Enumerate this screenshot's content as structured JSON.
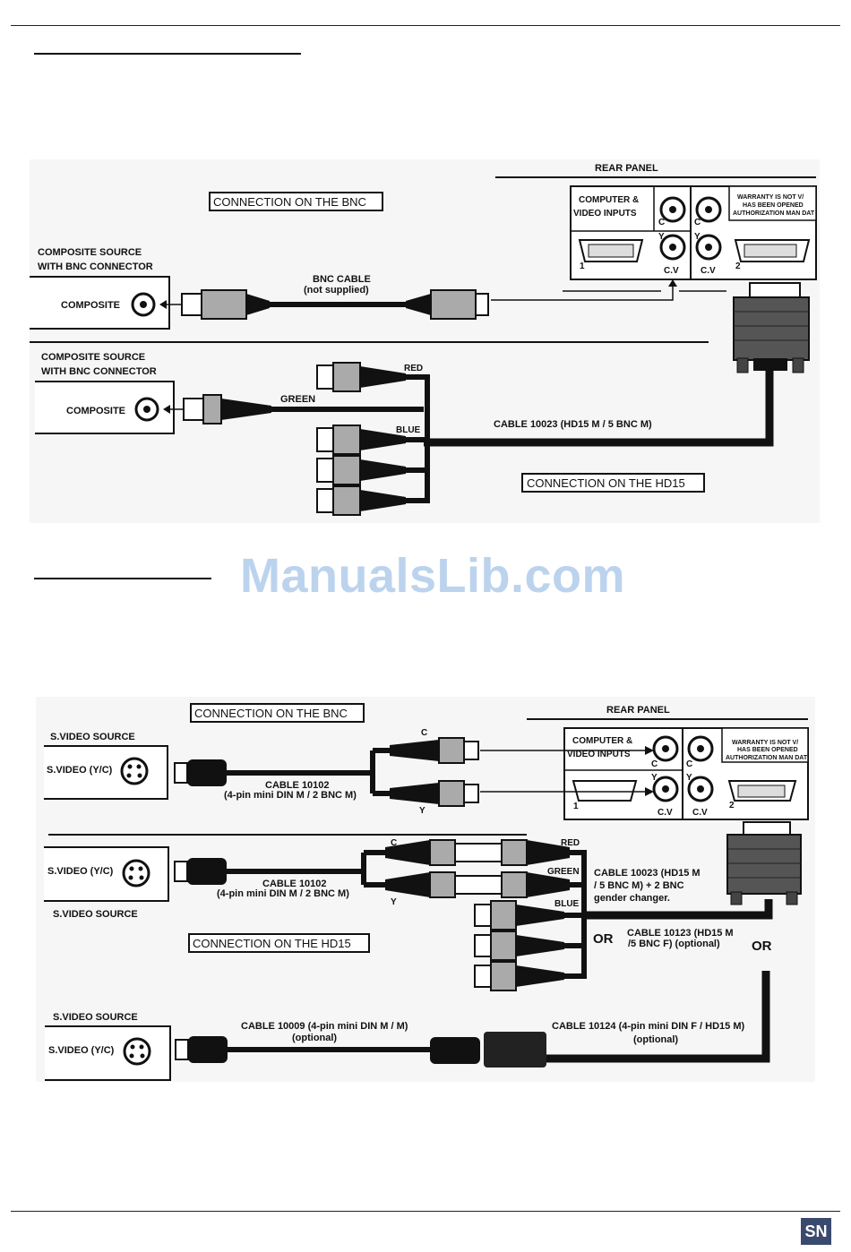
{
  "page": {
    "watermark": "ManualsLib.com",
    "logo_text": "SN"
  },
  "diagram1": {
    "rear_panel_label": "REAR PANEL",
    "bnc_box_label": "CONNECTION ON THE BNC",
    "hd15_box_label": "CONNECTION ON THE HD15",
    "source1_title_line1": "COMPOSITE SOURCE",
    "source1_title_line2": "WITH BNC CONNECTOR",
    "source1_port": "COMPOSITE",
    "source2_title_line1": "COMPOSITE SOURCE",
    "source2_title_line2": "WITH BNC CONNECTOR",
    "source2_port": "COMPOSITE",
    "bnc_cable_line1": "BNC CABLE",
    "bnc_cable_line2": "(not supplied)",
    "panel_inputs_line1": "COMPUTER &",
    "panel_inputs_line2": "VIDEO INPUTS",
    "warranty_line1": "WARRANTY IS NOT V/",
    "warranty_line2": "HAS BEEN OPENED",
    "warranty_line3": "AUTHORIZATION MAN DAT",
    "label_c": "C",
    "label_y": "Y",
    "label_cv": "C.V",
    "label_1": "1",
    "label_2": "2",
    "wire_red": "RED",
    "wire_green": "GREEN",
    "wire_blue": "BLUE",
    "cable_hd15": "CABLE 10023  (HD15 M  /  5 BNC M)"
  },
  "diagram2": {
    "rear_panel_label": "REAR PANEL",
    "bnc_box_label": "CONNECTION ON THE BNC",
    "hd15_box_label": "CONNECTION ON THE HD15",
    "source_title": "S.VIDEO SOURCE",
    "source_port": "S.VIDEO (Y/C)",
    "panel_inputs_line1": "COMPUTER &",
    "panel_inputs_line2": "VIDEO INPUTS",
    "warranty_line1": "WARRANTY IS NOT V/",
    "warranty_line2": "HAS BEEN OPENED",
    "warranty_line3": "AUTHORIZATION MAN DAT",
    "cable_10102_line1": "CABLE 10102",
    "cable_10102_line2": "(4-pin mini DIN M / 2 BNC  M)",
    "cable_10102b_line2": "(4-pin mini DIN M / 2 BNC M)",
    "label_c": "C",
    "label_y": "Y",
    "label_cv": "C.V",
    "label_1": "1",
    "label_2": "2",
    "wire_red": "RED",
    "wire_green": "GREEN",
    "wire_blue": "BLUE",
    "cable_10023_line1": "CABLE 10023  (HD15 M",
    "cable_10023_line2": "/ 5 BNC M)  + 2 BNC",
    "cable_10023_line3": "gender changer.",
    "or": "OR",
    "cable_10123_line1": "CABLE 10123 (HD15 M",
    "cable_10123_line2": "/5 BNC F)   (optional)",
    "cable_10009_line1": "CABLE 10009 (4-pin mini DIN M / M)",
    "cable_10009_line2": "(optional)",
    "cable_10124_line1": "CABLE 10124 (4-pin mini DIN F / HD15 M)",
    "cable_10124_line2": "(optional)"
  }
}
